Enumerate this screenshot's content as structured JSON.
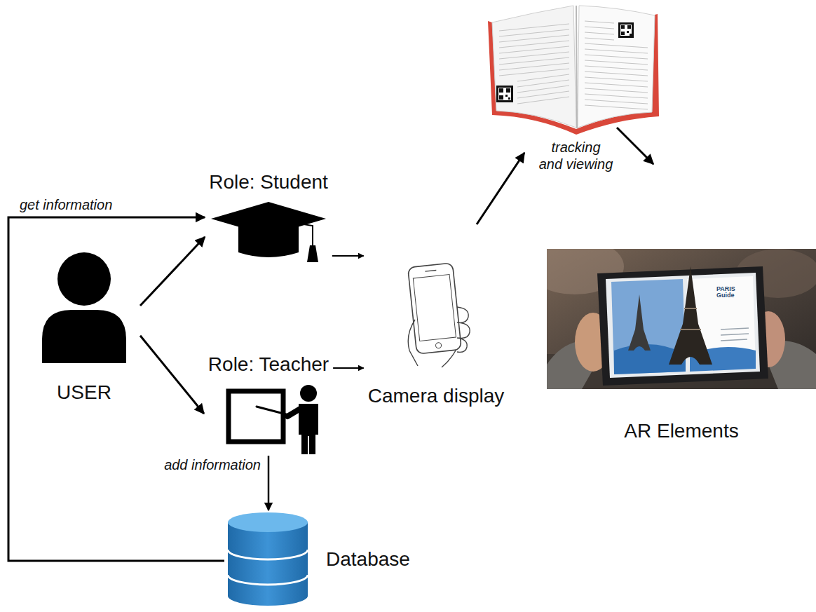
{
  "diagram": {
    "nodes": [
      {
        "text": [
          "USER"
        ]
      },
      {
        "text": [
          "Role: Student"
        ]
      },
      {
        "text": [
          "Role: Teacher"
        ]
      },
      {
        "text": [
          "Camera display"
        ]
      },
      {
        "text": [
          "AR Elements"
        ]
      },
      {
        "text": [
          "Database"
        ]
      }
    ],
    "edges": [
      {
        "from": 0,
        "to": 1,
        "arrow": "to"
      },
      {
        "from": 0,
        "to": 2,
        "arrow": "to"
      },
      {
        "from": 1,
        "to": 3,
        "arrow": "to"
      },
      {
        "from": 2,
        "to": 3,
        "arrow": "to"
      },
      {
        "from": 2,
        "to": 5,
        "label": "add information",
        "arrow": "to"
      },
      {
        "from": 5,
        "to": 1,
        "label": "get information",
        "arrow": "to"
      }
    ],
    "labels": [
      "tracking and viewing",
      "PARIS Guide"
    ]
  }
}
